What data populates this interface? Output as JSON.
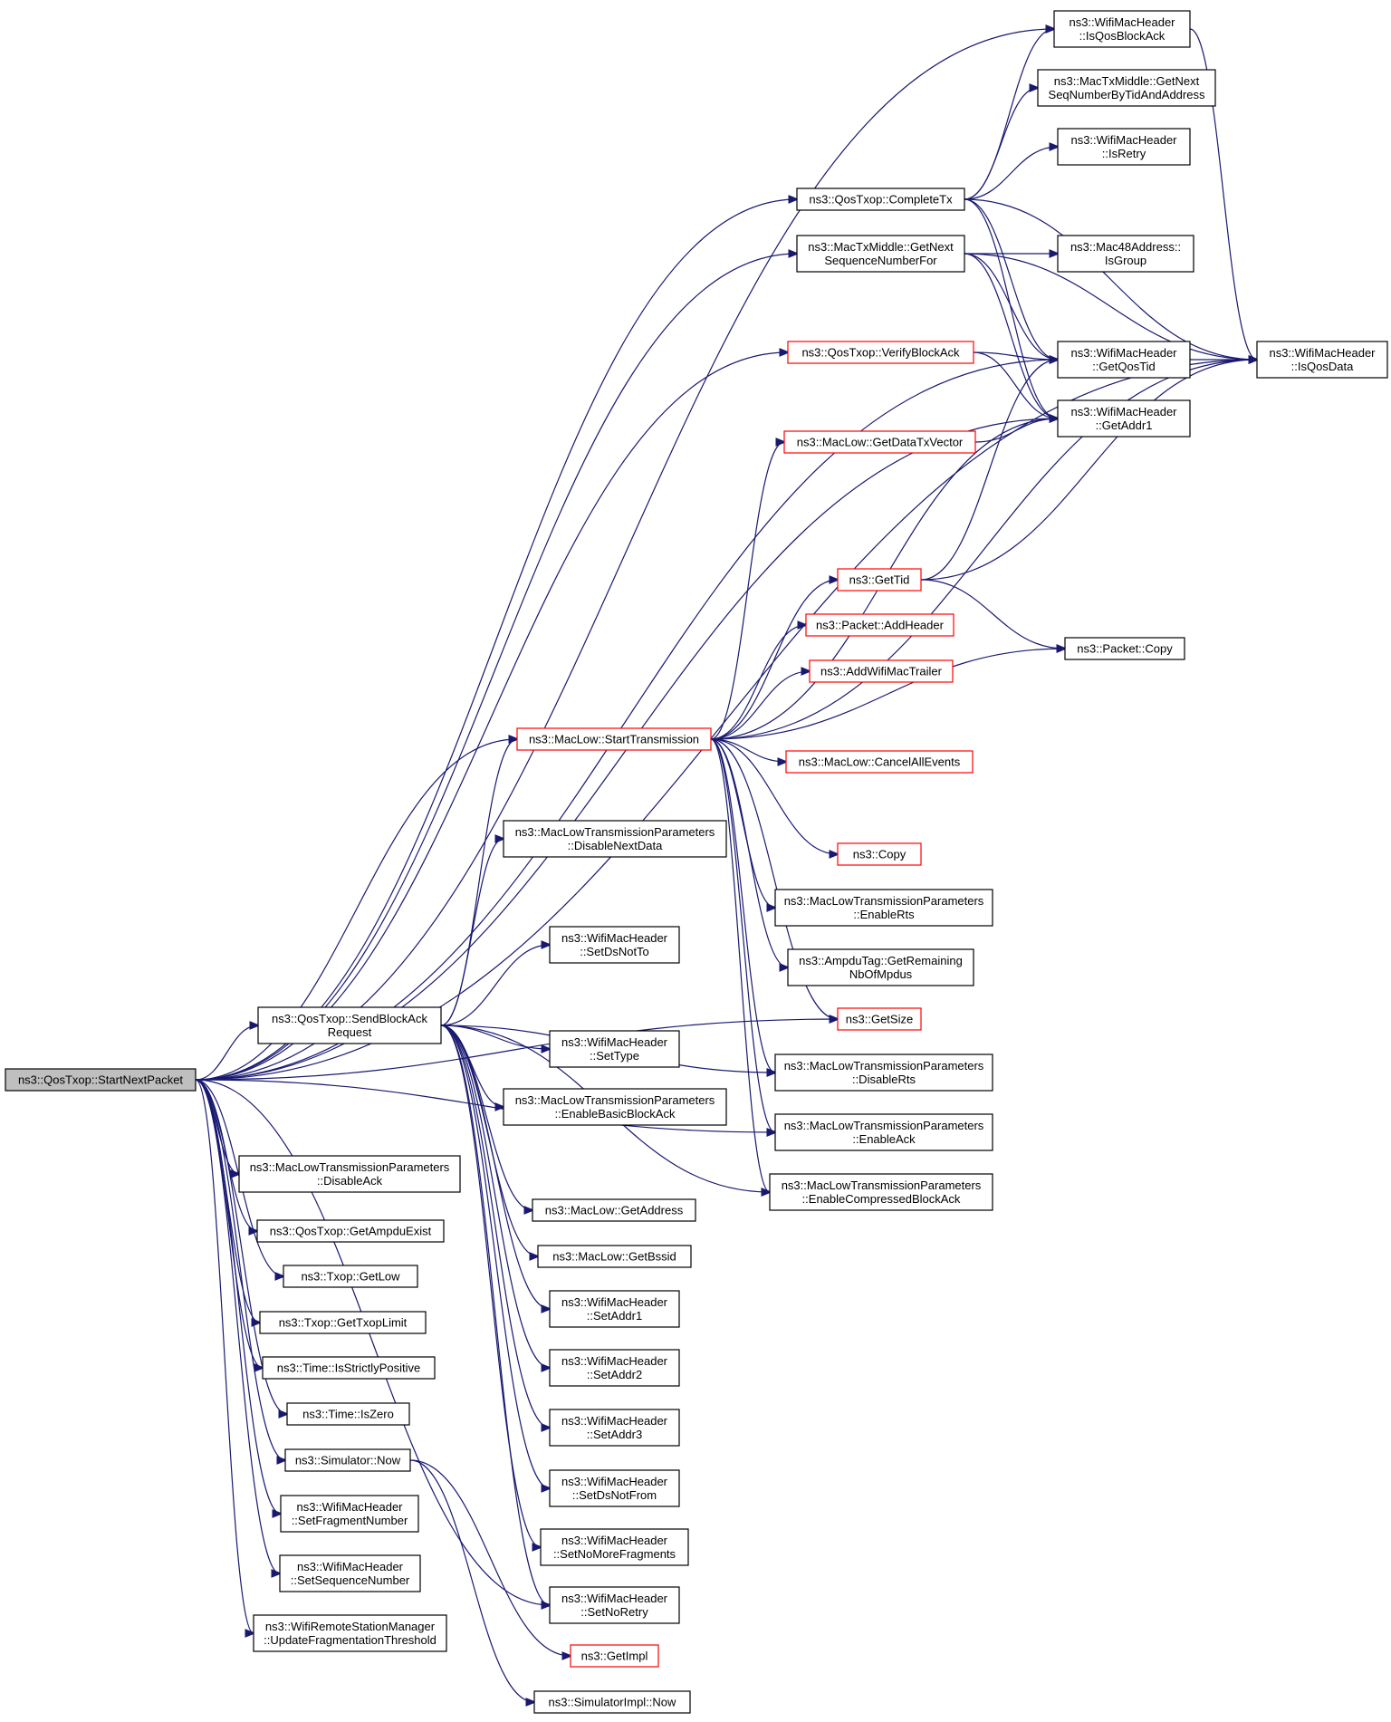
{
  "graph": {
    "root": "ns3::QosTxop::StartNextPacket",
    "nodes": [
      {
        "id": "root",
        "lines": [
          "ns3::QosTxop::StartNextPacket"
        ]
      },
      {
        "id": "isqosblockack",
        "lines": [
          "ns3::WifiMacHeader",
          "::IsQosBlockAck"
        ]
      },
      {
        "id": "getnextseqbytid",
        "lines": [
          "ns3::MacTxMiddle::GetNext",
          "SeqNumberByTidAndAddress"
        ]
      },
      {
        "id": "isretry",
        "lines": [
          "ns3::WifiMacHeader",
          "::IsRetry"
        ]
      },
      {
        "id": "completetx",
        "lines": [
          "ns3::QosTxop::CompleteTx"
        ]
      },
      {
        "id": "getnextseqfor",
        "lines": [
          "ns3::MacTxMiddle::GetNext",
          "SequenceNumberFor"
        ]
      },
      {
        "id": "isgroup",
        "lines": [
          "ns3::Mac48Address::",
          "IsGroup"
        ]
      },
      {
        "id": "verifyblockack",
        "lines": [
          "ns3::QosTxop::VerifyBlockAck"
        ],
        "truncated": true
      },
      {
        "id": "getqostid",
        "lines": [
          "ns3::WifiMacHeader",
          "::GetQosTid"
        ]
      },
      {
        "id": "isqosdata",
        "lines": [
          "ns3::WifiMacHeader",
          "::IsQosData"
        ]
      },
      {
        "id": "getaddr1",
        "lines": [
          "ns3::WifiMacHeader",
          "::GetAddr1"
        ]
      },
      {
        "id": "getdatatxvector",
        "lines": [
          "ns3::MacLow::GetDataTxVector"
        ],
        "truncated": true
      },
      {
        "id": "gettid",
        "lines": [
          "ns3::GetTid"
        ],
        "truncated": true
      },
      {
        "id": "addheader",
        "lines": [
          "ns3::Packet::AddHeader"
        ],
        "truncated": true
      },
      {
        "id": "packetcopy",
        "lines": [
          "ns3::Packet::Copy"
        ]
      },
      {
        "id": "addwifimactrailer",
        "lines": [
          "ns3::AddWifiMacTrailer"
        ],
        "truncated": true
      },
      {
        "id": "starttransmission",
        "lines": [
          "ns3::MacLow::StartTransmission"
        ],
        "truncated": true
      },
      {
        "id": "cancelallevents",
        "lines": [
          "ns3::MacLow::CancelAllEvents"
        ],
        "truncated": true
      },
      {
        "id": "disablenextdata",
        "lines": [
          "ns3::MacLowTransmissionParameters",
          "::DisableNextData"
        ]
      },
      {
        "id": "copy",
        "lines": [
          "ns3::Copy"
        ],
        "truncated": true
      },
      {
        "id": "enablerts",
        "lines": [
          "ns3::MacLowTransmissionParameters",
          "::EnableRts"
        ]
      },
      {
        "id": "setdsnotto",
        "lines": [
          "ns3::WifiMacHeader",
          "::SetDsNotTo"
        ]
      },
      {
        "id": "ampdutag",
        "lines": [
          "ns3::AmpduTag::GetRemaining",
          "NbOfMpdus"
        ]
      },
      {
        "id": "sendblockackrequest",
        "lines": [
          "ns3::QosTxop::SendBlockAck",
          "Request"
        ]
      },
      {
        "id": "getsize",
        "lines": [
          "ns3::GetSize"
        ],
        "truncated": true
      },
      {
        "id": "settype",
        "lines": [
          "ns3::WifiMacHeader",
          "::SetType"
        ]
      },
      {
        "id": "disablerts",
        "lines": [
          "ns3::MacLowTransmissionParameters",
          "::DisableRts"
        ]
      },
      {
        "id": "enablebasicblockack",
        "lines": [
          "ns3::MacLowTransmissionParameters",
          "::EnableBasicBlockAck"
        ]
      },
      {
        "id": "enableack",
        "lines": [
          "ns3::MacLowTransmissionParameters",
          "::EnableAck"
        ]
      },
      {
        "id": "disableack",
        "lines": [
          "ns3::MacLowTransmissionParameters",
          "::DisableAck"
        ]
      },
      {
        "id": "enablecompressed",
        "lines": [
          "ns3::MacLowTransmissionParameters",
          "::EnableCompressedBlockAck"
        ]
      },
      {
        "id": "getaddress",
        "lines": [
          "ns3::MacLow::GetAddress"
        ]
      },
      {
        "id": "getampduexist",
        "lines": [
          "ns3::QosTxop::GetAmpduExist"
        ]
      },
      {
        "id": "getbssid",
        "lines": [
          "ns3::MacLow::GetBssid"
        ]
      },
      {
        "id": "getlow",
        "lines": [
          "ns3::Txop::GetLow"
        ]
      },
      {
        "id": "setaddr1",
        "lines": [
          "ns3::WifiMacHeader",
          "::SetAddr1"
        ]
      },
      {
        "id": "gettxoplimit",
        "lines": [
          "ns3::Txop::GetTxopLimit"
        ]
      },
      {
        "id": "setaddr2",
        "lines": [
          "ns3::WifiMacHeader",
          "::SetAddr2"
        ]
      },
      {
        "id": "isstrictlypositive",
        "lines": [
          "ns3::Time::IsStrictlyPositive"
        ]
      },
      {
        "id": "setaddr3",
        "lines": [
          "ns3::WifiMacHeader",
          "::SetAddr3"
        ]
      },
      {
        "id": "iszero",
        "lines": [
          "ns3::Time::IsZero"
        ]
      },
      {
        "id": "simulatornow",
        "lines": [
          "ns3::Simulator::Now"
        ]
      },
      {
        "id": "setdsnotfrom",
        "lines": [
          "ns3::WifiMacHeader",
          "::SetDsNotFrom"
        ]
      },
      {
        "id": "setfragmentnumber",
        "lines": [
          "ns3::WifiMacHeader",
          "::SetFragmentNumber"
        ]
      },
      {
        "id": "setnomorefragments",
        "lines": [
          "ns3::WifiMacHeader",
          "::SetNoMoreFragments"
        ]
      },
      {
        "id": "setsequencenumber",
        "lines": [
          "ns3::WifiMacHeader",
          "::SetSequenceNumber"
        ]
      },
      {
        "id": "setnoretry",
        "lines": [
          "ns3::WifiMacHeader",
          "::SetNoRetry"
        ]
      },
      {
        "id": "updatefragthreshold",
        "lines": [
          "ns3::WifiRemoteStationManager",
          "::UpdateFragmentationThreshold"
        ]
      },
      {
        "id": "getimpl",
        "lines": [
          "ns3::GetImpl"
        ],
        "truncated": true
      },
      {
        "id": "simulatorimplnow",
        "lines": [
          "ns3::SimulatorImpl::Now"
        ]
      }
    ],
    "edges": [
      [
        "root",
        "isqosblockack"
      ],
      [
        "root",
        "completetx"
      ],
      [
        "root",
        "getnextseqfor"
      ],
      [
        "root",
        "getqostid"
      ],
      [
        "root",
        "verifyblockack"
      ],
      [
        "root",
        "getaddr1"
      ],
      [
        "root",
        "isqosdata"
      ],
      [
        "root",
        "starttransmission"
      ],
      [
        "root",
        "enableack"
      ],
      [
        "root",
        "getsize"
      ],
      [
        "root",
        "sendblockackrequest"
      ],
      [
        "root",
        "disableack"
      ],
      [
        "root",
        "getampduexist"
      ],
      [
        "root",
        "getlow"
      ],
      [
        "root",
        "gettxoplimit"
      ],
      [
        "root",
        "isstrictlypositive"
      ],
      [
        "root",
        "iszero"
      ],
      [
        "root",
        "simulatornow"
      ],
      [
        "root",
        "setfragmentnumber"
      ],
      [
        "root",
        "setsequencenumber"
      ],
      [
        "root",
        "updatefragthreshold"
      ],
      [
        "root",
        "setnoretry"
      ],
      [
        "completetx",
        "isqosblockack"
      ],
      [
        "completetx",
        "getnextseqbytid"
      ],
      [
        "completetx",
        "isretry"
      ],
      [
        "completetx",
        "isqosdata"
      ],
      [
        "completetx",
        "getqostid"
      ],
      [
        "completetx",
        "getaddr1"
      ],
      [
        "getnextseqfor",
        "isgroup"
      ],
      [
        "getnextseqfor",
        "getqostid"
      ],
      [
        "getnextseqfor",
        "isqosdata"
      ],
      [
        "getnextseqfor",
        "getaddr1"
      ],
      [
        "verifyblockack",
        "getqostid"
      ],
      [
        "verifyblockack",
        "getaddr1"
      ],
      [
        "getqostid",
        "isqosdata"
      ],
      [
        "isqosblockack",
        "isqosdata"
      ],
      [
        "getdatatxvector",
        "getaddr1"
      ],
      [
        "gettid",
        "getqostid"
      ],
      [
        "gettid",
        "isqosdata"
      ],
      [
        "gettid",
        "packetcopy"
      ],
      [
        "starttransmission",
        "getdatatxvector"
      ],
      [
        "starttransmission",
        "getaddr1"
      ],
      [
        "starttransmission",
        "gettid"
      ],
      [
        "starttransmission",
        "addheader"
      ],
      [
        "starttransmission",
        "addwifimactrailer"
      ],
      [
        "starttransmission",
        "isqosdata"
      ],
      [
        "starttransmission",
        "cancelallevents"
      ],
      [
        "starttransmission",
        "packetcopy"
      ],
      [
        "starttransmission",
        "copy"
      ],
      [
        "starttransmission",
        "enablerts"
      ],
      [
        "starttransmission",
        "ampdutag"
      ],
      [
        "starttransmission",
        "getsize"
      ],
      [
        "starttransmission",
        "disablerts"
      ],
      [
        "starttransmission",
        "enableack"
      ],
      [
        "starttransmission",
        "enablecompressed"
      ],
      [
        "sendblockackrequest",
        "starttransmission"
      ],
      [
        "sendblockackrequest",
        "disablenextdata"
      ],
      [
        "sendblockackrequest",
        "setdsnotto"
      ],
      [
        "sendblockackrequest",
        "settype"
      ],
      [
        "sendblockackrequest",
        "enablebasicblockack"
      ],
      [
        "sendblockackrequest",
        "disablerts"
      ],
      [
        "sendblockackrequest",
        "enablecompressed"
      ],
      [
        "sendblockackrequest",
        "getaddress"
      ],
      [
        "sendblockackrequest",
        "getbssid"
      ],
      [
        "sendblockackrequest",
        "setaddr1"
      ],
      [
        "sendblockackrequest",
        "setaddr2"
      ],
      [
        "sendblockackrequest",
        "setaddr3"
      ],
      [
        "sendblockackrequest",
        "setdsnotfrom"
      ],
      [
        "sendblockackrequest",
        "setnomorefragments"
      ],
      [
        "sendblockackrequest",
        "setnoretry"
      ],
      [
        "simulatornow",
        "getimpl"
      ],
      [
        "simulatornow",
        "simulatorimplnow"
      ]
    ]
  }
}
